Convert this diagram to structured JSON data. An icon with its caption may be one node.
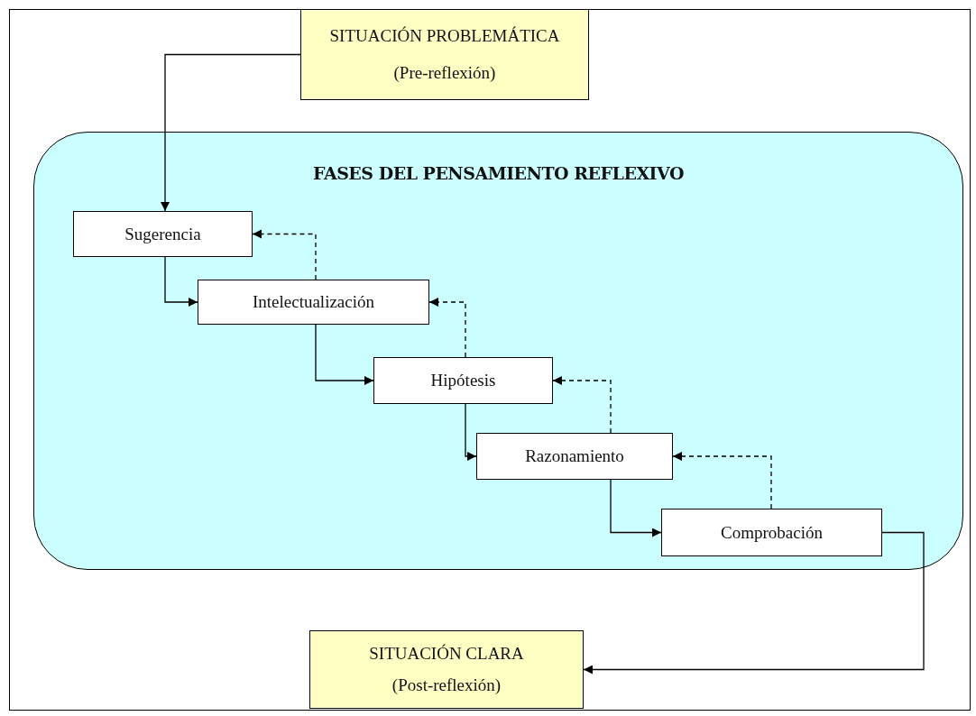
{
  "diagram": {
    "nodes": [
      {
        "text": [
          "SITUACIÓN PROBLEMÁTICA",
          "(Pre-reflexión)"
        ]
      },
      {
        "text": [
          "FASES DEL PENSAMIENTO REFLEXIVO"
        ]
      },
      {
        "text": [
          "Sugerencia"
        ],
        "in": 1
      },
      {
        "text": [
          "Intelectualización"
        ],
        "in": 1
      },
      {
        "text": [
          "Hipótesis"
        ],
        "in": 1
      },
      {
        "text": [
          "Razonamiento"
        ],
        "in": 1
      },
      {
        "text": [
          "Comprobación"
        ],
        "in": 1
      },
      {
        "text": [
          "SITUACIÓN CLARA",
          "(Post-reflexión)"
        ]
      }
    ],
    "edges": [
      {
        "from": 0,
        "to": 2,
        "arrow": "to"
      },
      {
        "from": 2,
        "to": 3,
        "arrow": "to"
      },
      {
        "from": 3,
        "to": 2,
        "arrow": "to",
        "style": "dashed"
      },
      {
        "from": 3,
        "to": 4,
        "arrow": "to"
      },
      {
        "from": 4,
        "to": 3,
        "arrow": "to",
        "style": "dashed"
      },
      {
        "from": 4,
        "to": 5,
        "arrow": "to"
      },
      {
        "from": 5,
        "to": 4,
        "arrow": "to",
        "style": "dashed"
      },
      {
        "from": 5,
        "to": 6,
        "arrow": "to"
      },
      {
        "from": 6,
        "to": 5,
        "arrow": "to",
        "style": "dashed"
      },
      {
        "from": 6,
        "to": 7,
        "arrow": "to"
      }
    ]
  }
}
